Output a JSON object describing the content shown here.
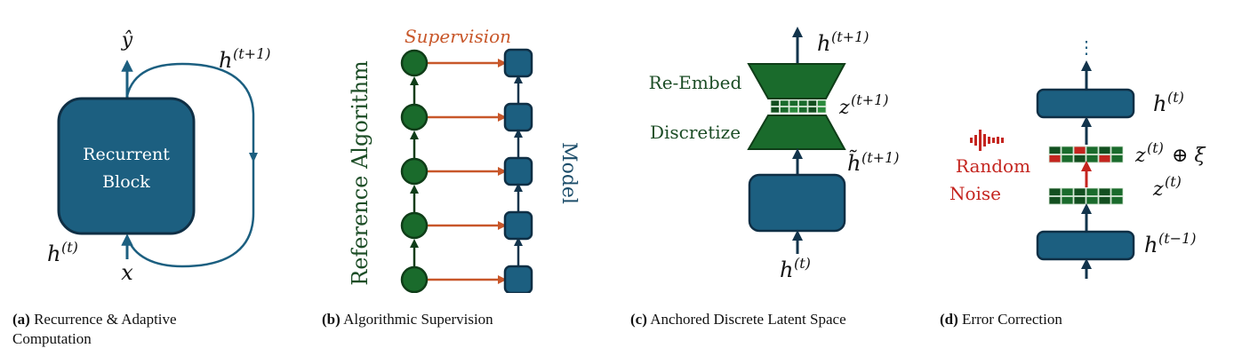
{
  "colors": {
    "blue_block": "#1c5f80",
    "blue_stroke": "#0f2f45",
    "green": "#1a6b2c",
    "green_dark": "#134f20",
    "green_light": "#2a8a3c",
    "green_text": "#1c4d26",
    "orange": "#c8572a",
    "red": "#c4251f",
    "arrow_dark": "#12344c"
  },
  "panel_a": {
    "block_label_line1": "Recurrent",
    "block_label_line2": "Block",
    "output_label": "ŷ",
    "recurrent_label_base": "h",
    "recurrent_label_sup": "(t+1)",
    "state_label_base": "h",
    "state_label_sup": "(t)",
    "input_label": "x"
  },
  "panel_b": {
    "supervision_label": "Supervision",
    "reference_label": "Reference Algorithm",
    "model_label": "Model",
    "steps": 5
  },
  "panel_c": {
    "reembed_label": "Re-Embed",
    "discretize_label": "Discretize",
    "top_label_base": "h",
    "top_label_sup": "(t+1)",
    "z_label_base": "z",
    "z_label_sup": "(t+1)",
    "htilde_label_base": "h̃",
    "htilde_label_sup": "(t+1)",
    "bottom_label_base": "h",
    "bottom_label_sup": "(t)",
    "grid_pattern": [
      [
        "dark",
        "mid",
        "mid",
        "mid",
        "dark",
        "light"
      ],
      [
        "dark",
        "mid",
        "light",
        "mid",
        "dark",
        "light"
      ]
    ]
  },
  "panel_d": {
    "ellipsis": "⋮",
    "top_block_label_base": "h",
    "top_block_label_sup": "(t)",
    "noisy_label_base": "z",
    "noisy_label_sup": "(t)",
    "noisy_label_op": "⊕ ξ",
    "z_label_base": "z",
    "z_label_sup": "(t)",
    "bottom_block_label_base": "h",
    "bottom_block_label_sup": "(t−1)",
    "noise_label_line1": "Random",
    "noise_label_line2": "Noise",
    "noise_icon": "sound-wave-icon",
    "noisy_grid": [
      [
        "dark",
        "mid",
        "red",
        "mid",
        "dark",
        "mid"
      ],
      [
        "red",
        "mid",
        "dark",
        "mid",
        "red",
        "mid"
      ]
    ],
    "clean_grid": [
      [
        "dark",
        "mid",
        "dark",
        "mid",
        "dark",
        "mid"
      ],
      [
        "dark",
        "mid",
        "dark",
        "mid",
        "dark",
        "mid"
      ]
    ]
  },
  "captions": {
    "a_tag": "(a)",
    "a_text_line1": "Recurrence & Adaptive",
    "a_text_line2": "Computation",
    "b_tag": "(b)",
    "b_text": "Algorithmic Supervision",
    "c_tag": "(c)",
    "c_text": "Anchored Discrete Latent Space",
    "d_tag": "(d)",
    "d_text": "Error Correction"
  }
}
